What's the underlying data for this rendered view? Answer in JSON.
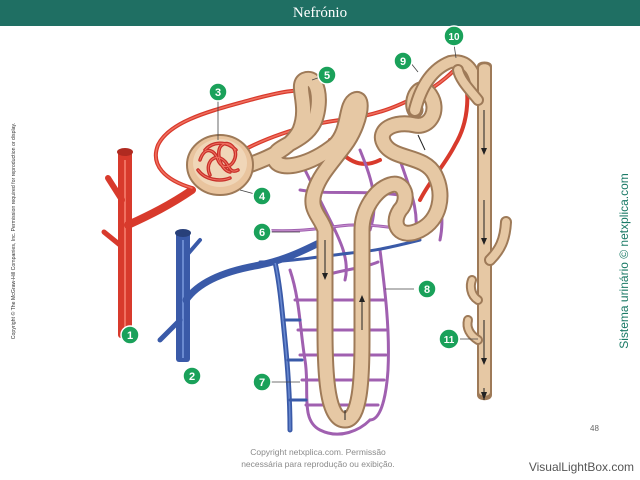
{
  "header": {
    "title": "Nefrónio"
  },
  "side_copyright": "Copyright © The McGraw-Hill Companies, Inc. Permission required for reproduction or display.",
  "side_site": "Sistema urinário © netxplica.com",
  "footer": {
    "line1": "Copyright netxplica.com. Permissão",
    "line2": "necessária para reprodução ou exibição."
  },
  "page_number": "48",
  "watermark": "VisualLightBox.com",
  "labels": [
    {
      "number": "1"
    },
    {
      "number": "2"
    },
    {
      "number": "3"
    },
    {
      "number": "4"
    },
    {
      "number": "5"
    },
    {
      "number": "6"
    },
    {
      "number": "7"
    },
    {
      "number": "8"
    },
    {
      "number": "9"
    },
    {
      "number": "10"
    },
    {
      "number": "11"
    }
  ],
  "colors": {
    "title_bar": "#1f6f63",
    "artery": "#d83a2c",
    "vein": "#3a5aa8",
    "capillary": "#a060b0",
    "tubule": "#e6c8a4",
    "label_badge": "#1aa15a"
  }
}
